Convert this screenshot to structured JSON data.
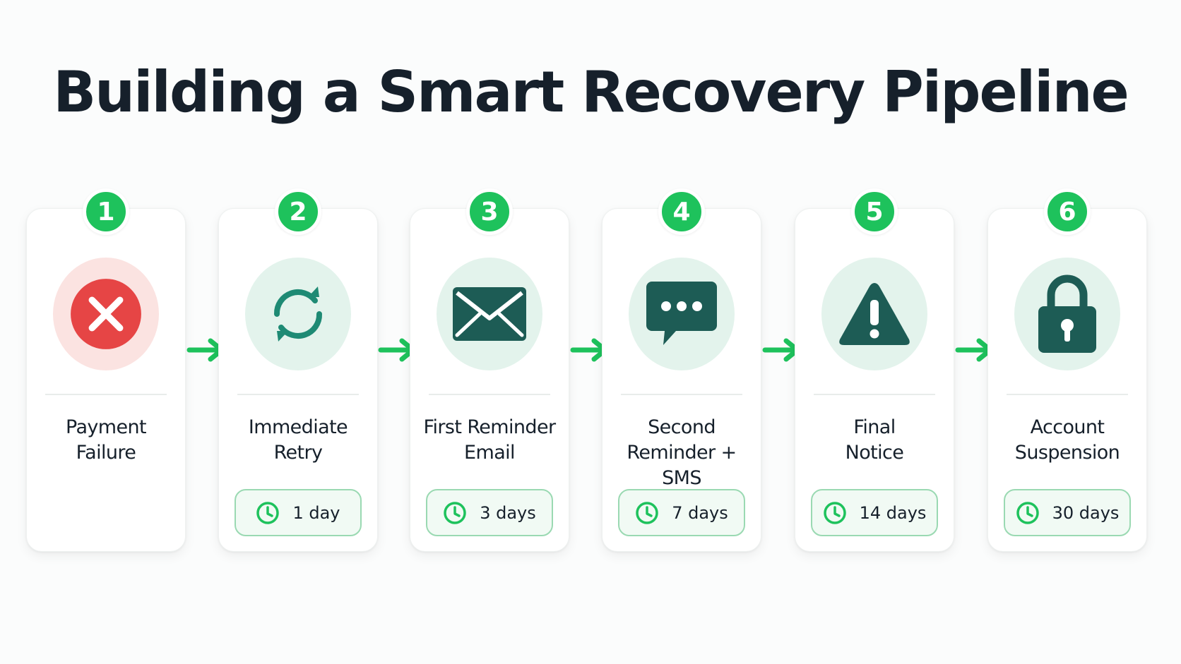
{
  "title": "Building a Smart Recovery Pipeline",
  "colors": {
    "accent_green": "#1ec25c",
    "icon_dark_teal": "#1d5c55",
    "icon_teal": "#1e8a74",
    "error_red": "#e64545",
    "icon_bg_teal": "#e3f3ec",
    "icon_bg_red": "#fbe3e1"
  },
  "steps": [
    {
      "number": "1",
      "label": "Payment\nFailure",
      "icon": "x-circle-icon",
      "duration": null
    },
    {
      "number": "2",
      "label": "Immediate\nRetry",
      "icon": "refresh-icon",
      "duration": "1 day"
    },
    {
      "number": "3",
      "label": "First Reminder\nEmail",
      "icon": "envelope-icon",
      "duration": "3 days"
    },
    {
      "number": "4",
      "label": "Second\nReminder + SMS",
      "icon": "chat-bubble-icon",
      "duration": "7 days"
    },
    {
      "number": "5",
      "label": "Final\nNotice",
      "icon": "warning-triangle-icon",
      "duration": "14 days"
    },
    {
      "number": "6",
      "label": "Account\nSuspension",
      "icon": "padlock-icon",
      "duration": "30 days"
    }
  ]
}
